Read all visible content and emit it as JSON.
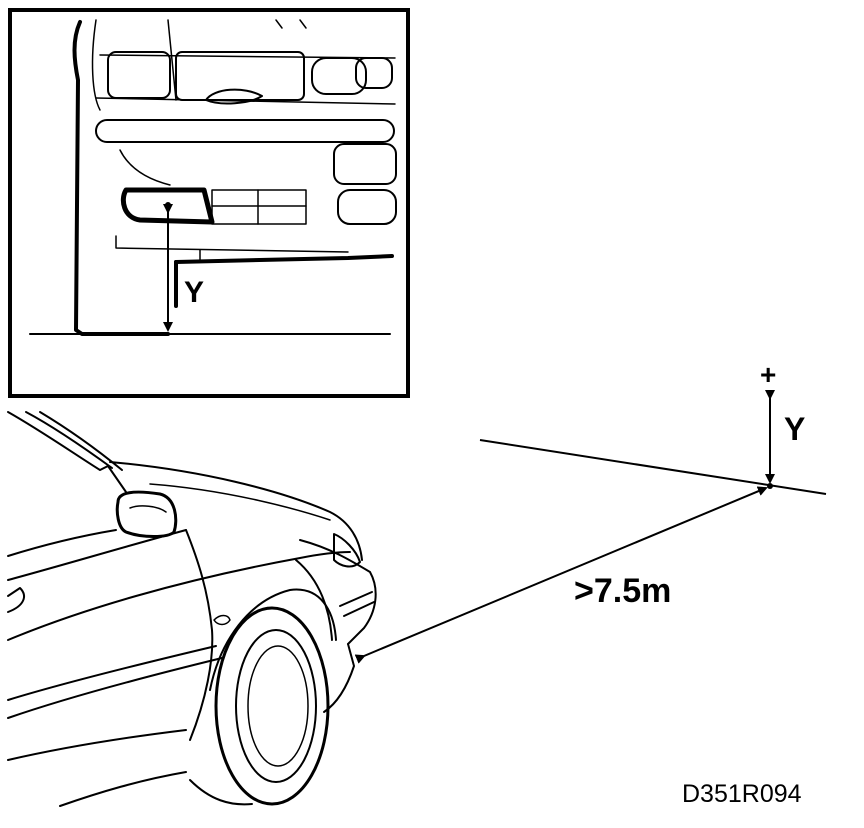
{
  "inset": {
    "height_label": "Y"
  },
  "main": {
    "plus_sign": "+",
    "height_label": "Y",
    "distance_label": ">7.5m"
  },
  "reference_code": "D351R094",
  "colors": {
    "ink": "#000000",
    "background": "#ffffff"
  }
}
